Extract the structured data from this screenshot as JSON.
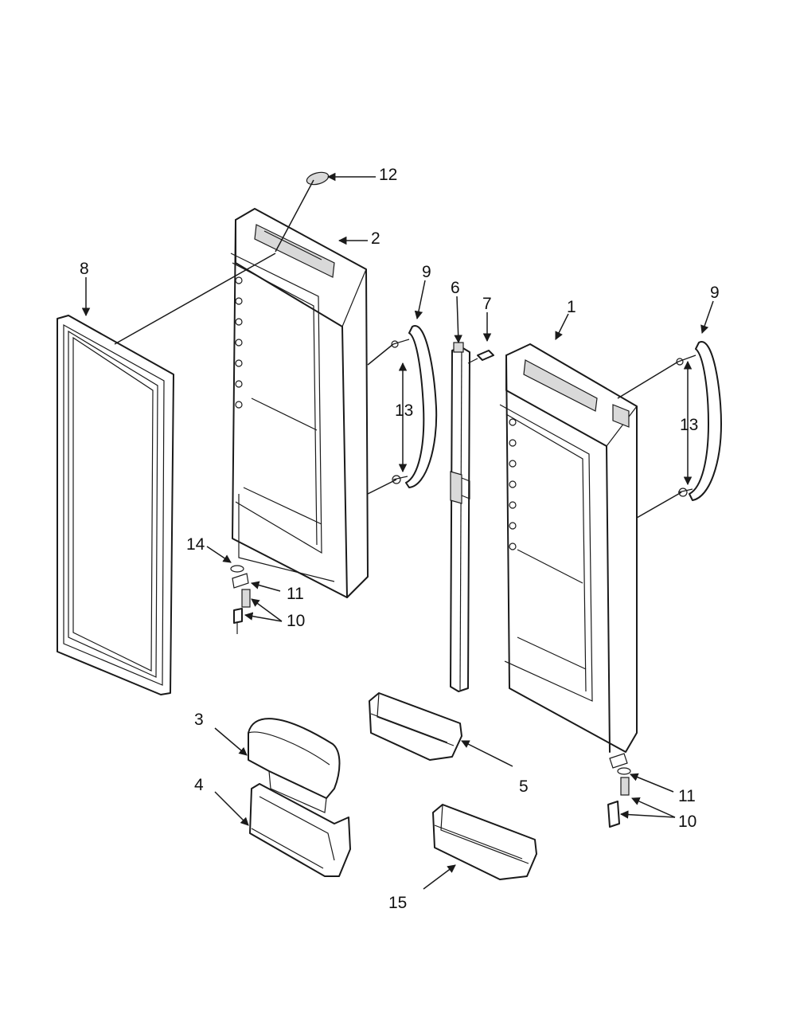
{
  "callouts": {
    "c1": "1",
    "c2": "2",
    "c3": "3",
    "c4": "4",
    "c5": "5",
    "c6": "6",
    "c7": "7",
    "c8": "8",
    "c9a": "9",
    "c9b": "9",
    "c10a": "10",
    "c10b": "10",
    "c11a": "11",
    "c11b": "11",
    "c12": "12",
    "c13a": "13",
    "c13b": "13",
    "c14": "14",
    "c15": "15"
  }
}
